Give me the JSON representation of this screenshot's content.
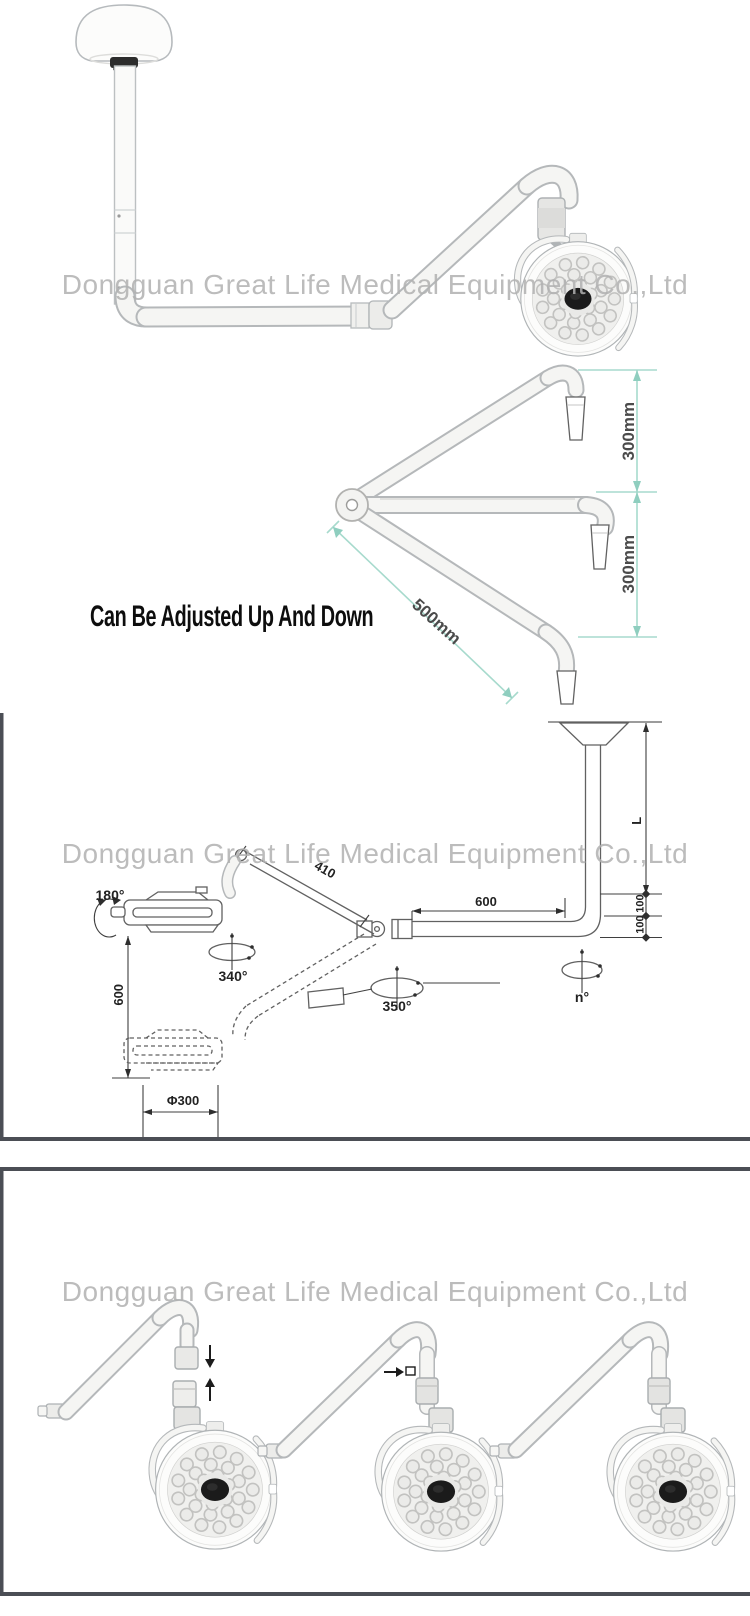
{
  "watermark": {
    "text": "Dongguan Great Life Medical Equipment Co.,Ltd"
  },
  "adjustment_diagram": {
    "caption": "Can Be Adjusted Up And Down",
    "upper_arm_dim": "300mm",
    "lower_arm_dim": "300mm",
    "spring_arm_dim": "500mm"
  },
  "technical_drawing": {
    "head_tilt_angle": "180°",
    "head_rotation_angle": "340°",
    "lower_arm_rotation_angle": "350°",
    "hub_rotation_angle": "n°",
    "spring_arm_length": "410",
    "horizontal_arm_length": "600",
    "vertical_travel": "600",
    "drop_tube_length": "L",
    "offset_upper": "100",
    "offset_lower": "100",
    "head_diameter": "Φ300"
  },
  "colors": {
    "dimension_teal": "#a7dacd",
    "panel_border_gray": "#4b4e55",
    "watermark_gray": "#b1b1b1"
  }
}
